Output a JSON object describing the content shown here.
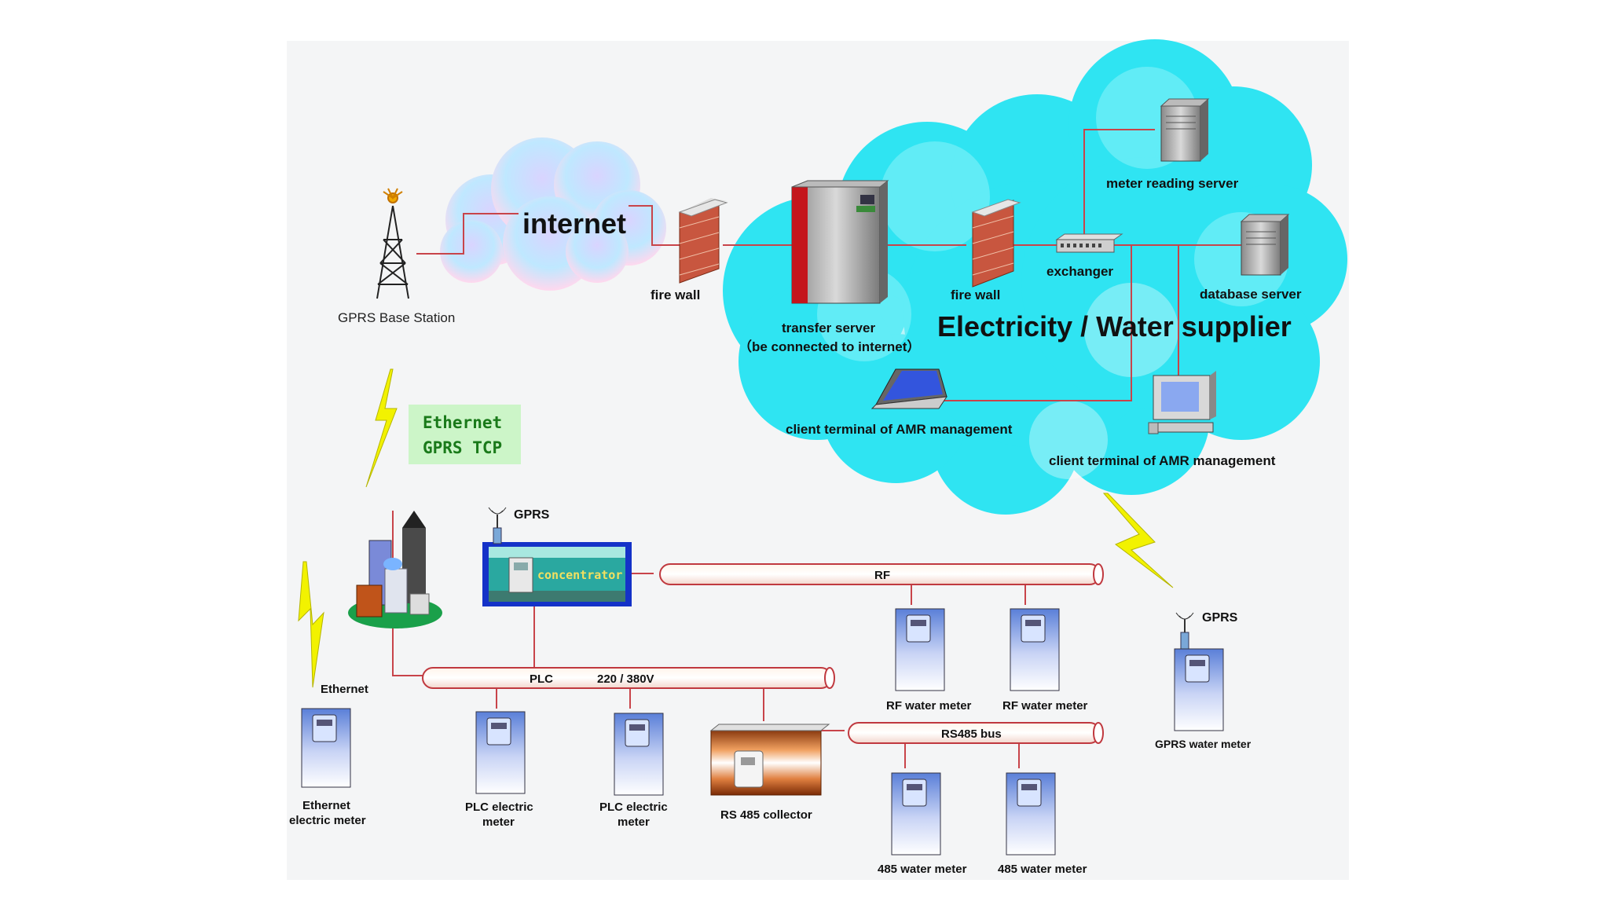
{
  "internet_label": "internet",
  "gprs_base_station": "GPRS Base Station",
  "fire_wall_1": "fire wall",
  "fire_wall_2": "fire wall",
  "transfer_server": "transfer server",
  "transfer_server_note": "（be connected to internet）",
  "exchanger": "exchanger",
  "meter_reading_server": "meter reading server",
  "database_server": "database server",
  "supplier_title": "Electricity / Water supplier",
  "client_terminal_1": "client terminal of AMR management",
  "client_terminal_2": "client terminal of AMR management",
  "protocol_box": {
    "line1": "Ethernet",
    "line2": "GPRS TCP",
    "bg": "#ccf5c8",
    "fg": "#1a7a1a"
  },
  "concentrator_gprs": "GPRS",
  "concentrator": "concentrator",
  "rf_bus": "RF",
  "plc_bus": "PLC",
  "plc_voltage": "220 / 380V",
  "rs485_bus": "RS485 bus",
  "ethernet_label": "Ethernet",
  "ethernet_meter": [
    "Ethernet",
    "electric meter"
  ],
  "plc_meter_1": [
    "PLC electric",
    "meter"
  ],
  "plc_meter_2": [
    "PLC electric",
    "meter"
  ],
  "rs485_collector": "RS 485 collector",
  "rf_meter_1": "RF water meter",
  "rf_meter_2": "RF water meter",
  "water485_1": "485 water meter",
  "water485_2": "485 water meter",
  "gprs_meter_gprs": "GPRS",
  "gprs_meter": "GPRS water meter",
  "colors": {
    "cloud_cyan": "#2fe4f2",
    "link_line": "#c8444a",
    "bus_border": "#c0393f",
    "concentrator_frame": "#1432c8",
    "lightning": "#f2f200"
  }
}
